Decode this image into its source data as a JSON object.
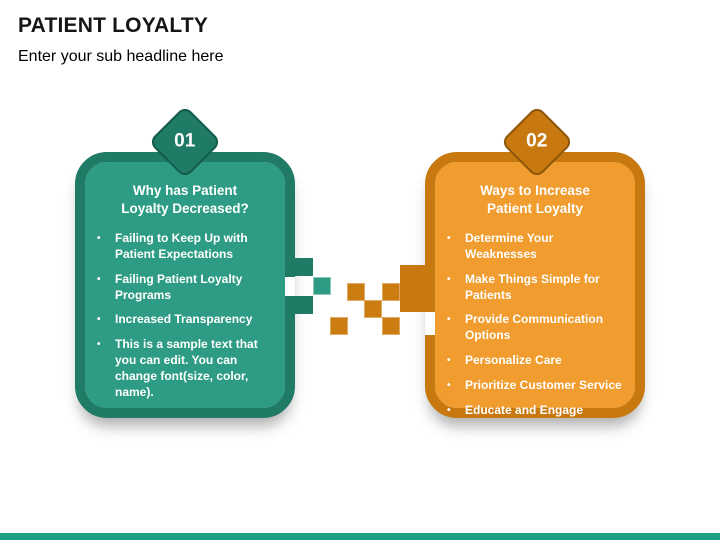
{
  "header": {
    "title": "PATIENT LOYALTY",
    "subtitle": "Enter your sub headline here"
  },
  "cards": [
    {
      "number": "01",
      "title": "Why has Patient Loyalty Decreased?",
      "bullets": [
        "Failing to Keep Up with Patient Expectations",
        "Failing Patient Loyalty Programs",
        "Increased Transparency",
        "This is a sample text that you can edit. You can change font(size, color, name)."
      ]
    },
    {
      "number": "02",
      "title": "Ways to Increase Patient Loyalty",
      "bullets": [
        "Determine Your Weaknesses",
        "Make Things Simple for Patients",
        "Provide Communication Options",
        "Personalize Care",
        "Prioritize Customer Service",
        "Educate and Engage"
      ]
    }
  ],
  "glyphs": {
    "bullet": "•"
  },
  "colors": {
    "teal_border": "#1F7A66",
    "teal_fill": "#2E9C84",
    "orange_border": "#C7790F",
    "orange_fill": "#F09C2E",
    "bottom_bar": "#1E9E82",
    "card_text": "#FFFFFF",
    "title_text": "#161616"
  }
}
